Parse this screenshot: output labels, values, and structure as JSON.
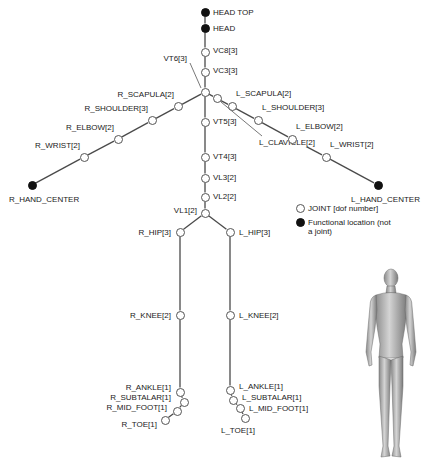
{
  "diagram": {
    "nodes": [
      {
        "text": [
          "HEAD TOP"
        ]
      },
      {
        "text": [
          "HEAD"
        ]
      },
      {
        "text": [
          "VC8[3]"
        ]
      },
      {
        "text": [
          "VC3[3]"
        ]
      },
      {
        "text": [
          "VT6[3]"
        ]
      },
      {
        "text": [
          "R_SCAPULA[2]"
        ]
      },
      {
        "text": [
          "R_SHOULDER[3]"
        ]
      },
      {
        "text": [
          "R_ELBOW[2]"
        ]
      },
      {
        "text": [
          "R_WRIST[2]"
        ]
      },
      {
        "text": [
          "R_HAND_CENTER"
        ]
      },
      {
        "text": [
          "L_CLAVICLE[2]"
        ]
      },
      {
        "text": [
          "L_SCAPULA[2]"
        ]
      },
      {
        "text": [
          "L_SHOULDER[3]"
        ]
      },
      {
        "text": [
          "L_ELBOW[2]"
        ]
      },
      {
        "text": [
          "L_WRIST[2]"
        ]
      },
      {
        "text": [
          "L_HAND_CENTER"
        ]
      },
      {
        "text": [
          "VT5[3]"
        ]
      },
      {
        "text": [
          "VT4[3]"
        ]
      },
      {
        "text": [
          "VL3[2]"
        ]
      },
      {
        "text": [
          "VL2[2]"
        ]
      },
      {
        "text": [
          "VL1[2]"
        ]
      },
      {
        "text": [
          "R_HIP[3]"
        ]
      },
      {
        "text": [
          "R_KNEE[2]"
        ]
      },
      {
        "text": [
          "R_ANKLE[1]"
        ]
      },
      {
        "text": [
          "R_SUBTALAR[1]"
        ]
      },
      {
        "text": [
          "R_MID_FOOT[1]"
        ]
      },
      {
        "text": [
          "R_TOE[1]"
        ]
      },
      {
        "text": [
          "L_HIP[3]"
        ]
      },
      {
        "text": [
          "L_KNEE[2]"
        ]
      },
      {
        "text": [
          "L_ANKLE[1]"
        ]
      },
      {
        "text": [
          "L_SUBTALAR[1]"
        ]
      },
      {
        "text": [
          "L_MID_FOOT[1]"
        ]
      },
      {
        "text": [
          "L_TOE[1]"
        ]
      }
    ],
    "edges": [
      {
        "from": 0,
        "to": 1,
        "arrow": "none"
      },
      {
        "from": 1,
        "to": 2,
        "arrow": "none"
      },
      {
        "from": 2,
        "to": 3,
        "arrow": "none"
      },
      {
        "from": 3,
        "to": 4,
        "arrow": "none"
      },
      {
        "from": 4,
        "to": 5,
        "arrow": "none"
      },
      {
        "from": 5,
        "to": 6,
        "arrow": "none"
      },
      {
        "from": 6,
        "to": 7,
        "arrow": "none"
      },
      {
        "from": 7,
        "to": 8,
        "arrow": "none"
      },
      {
        "from": 8,
        "to": 9,
        "arrow": "none"
      },
      {
        "from": 4,
        "to": 10,
        "arrow": "none"
      },
      {
        "from": 10,
        "to": 11,
        "arrow": "none"
      },
      {
        "from": 11,
        "to": 12,
        "arrow": "none"
      },
      {
        "from": 12,
        "to": 13,
        "arrow": "none"
      },
      {
        "from": 13,
        "to": 14,
        "arrow": "none"
      },
      {
        "from": 14,
        "to": 15,
        "arrow": "none"
      },
      {
        "from": 4,
        "to": 16,
        "arrow": "none"
      },
      {
        "from": 16,
        "to": 17,
        "arrow": "none"
      },
      {
        "from": 17,
        "to": 18,
        "arrow": "none"
      },
      {
        "from": 18,
        "to": 19,
        "arrow": "none"
      },
      {
        "from": 19,
        "to": 20,
        "arrow": "none"
      },
      {
        "from": 20,
        "to": 21,
        "arrow": "none"
      },
      {
        "from": 21,
        "to": 22,
        "arrow": "none"
      },
      {
        "from": 22,
        "to": 23,
        "arrow": "none"
      },
      {
        "from": 23,
        "to": 24,
        "arrow": "none"
      },
      {
        "from": 24,
        "to": 25,
        "arrow": "none"
      },
      {
        "from": 25,
        "to": 26,
        "arrow": "none"
      },
      {
        "from": 20,
        "to": 27,
        "arrow": "none"
      },
      {
        "from": 27,
        "to": 28,
        "arrow": "none"
      },
      {
        "from": 28,
        "to": 29,
        "arrow": "none"
      },
      {
        "from": 29,
        "to": 30,
        "arrow": "none"
      },
      {
        "from": 30,
        "to": 31,
        "arrow": "none"
      },
      {
        "from": 31,
        "to": 32,
        "arrow": "none"
      }
    ],
    "legend": [
      {
        "text": "JOINT [dof number]"
      },
      {
        "text": "Functional location (not a joint)"
      }
    ]
  }
}
